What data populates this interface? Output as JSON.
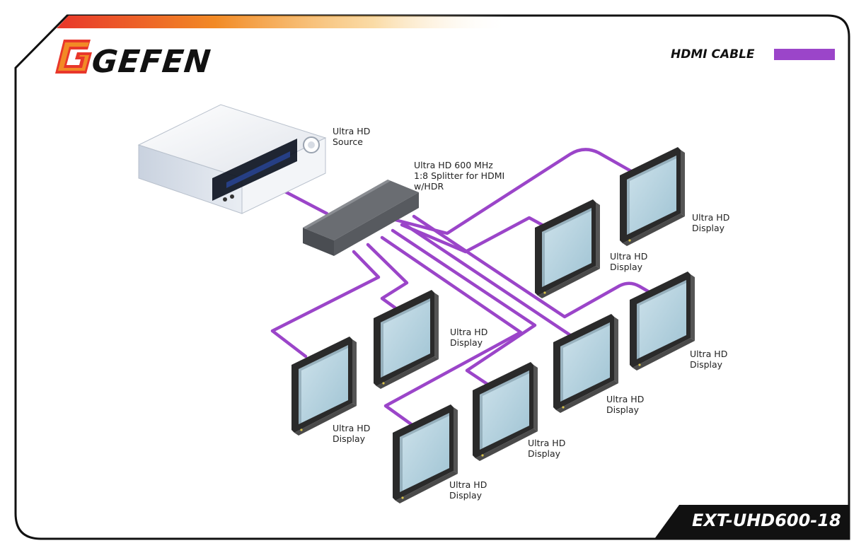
{
  "header": {
    "brand": "GEFEN",
    "logo_icon": "gefen-g-logo-icon",
    "gradient_colors": [
      "#e8372b",
      "#f5a623"
    ]
  },
  "legend": {
    "label": "HDMI CABLE",
    "color": "#9b45c9"
  },
  "source": {
    "label_line1": "Ultra HD",
    "label_line2": "Source",
    "icon": "av-receiver-icon"
  },
  "splitter": {
    "label_line1": "Ultra HD 600 MHz",
    "label_line2": "1:8 Splitter for HDMI",
    "label_line3": "w/HDR",
    "icon": "splitter-box-icon"
  },
  "displays": [
    {
      "line1": "Ultra HD",
      "line2": "Display"
    },
    {
      "line1": "Ultra HD",
      "line2": "Display"
    },
    {
      "line1": "Ultra HD",
      "line2": "Display"
    },
    {
      "line1": "Ultra HD",
      "line2": "Display"
    },
    {
      "line1": "Ultra HD",
      "line2": "Display"
    },
    {
      "line1": "Ultra HD",
      "line2": "Display"
    },
    {
      "line1": "Ultra HD",
      "line2": "Display"
    },
    {
      "line1": "Ultra HD",
      "line2": "Display"
    }
  ],
  "footer": {
    "model": "EXT-UHD600-18"
  }
}
